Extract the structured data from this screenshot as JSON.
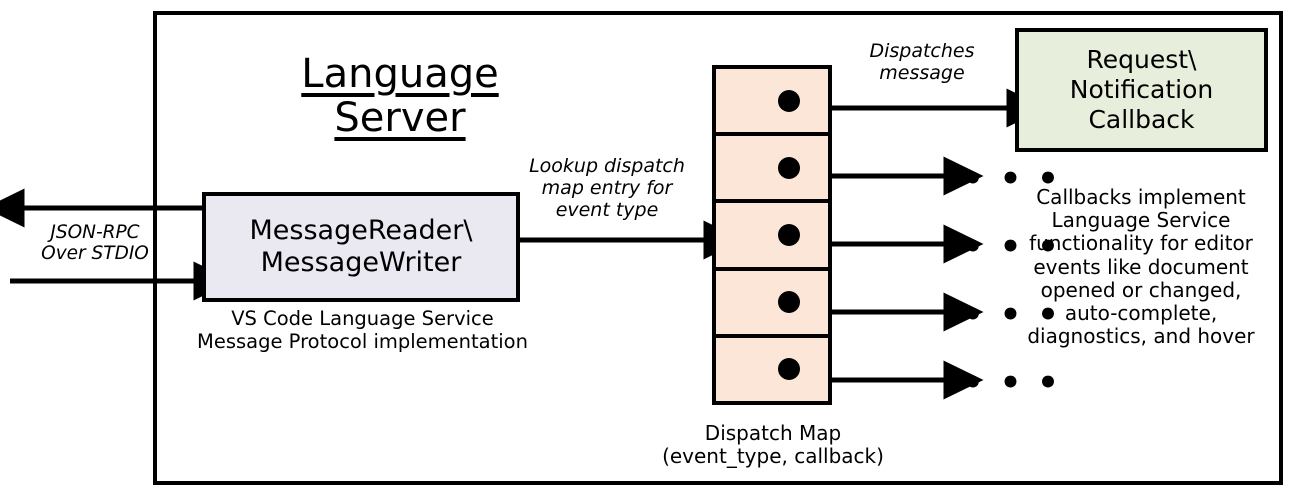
{
  "diagram": {
    "title": "Language Server",
    "frame_name": "language-server-boundary"
  },
  "external_io": {
    "label": "JSON-RPC\nOver STDIO",
    "outbound_arrow": "arrow-out-to-client",
    "inbound_arrow": "arrow-in-from-client"
  },
  "message_reader": {
    "title": "MessageReader\\\nMessageWriter",
    "caption": "VS Code Language Service\nMessage Protocol implementation",
    "fill": "#EAE9F2"
  },
  "lookup": {
    "label": "Lookup dispatch\nmap entry for\nevent type"
  },
  "dispatch_map": {
    "caption": "Dispatch Map\n(event_type, callback)",
    "fill": "#FBE6D8",
    "rows": [
      {
        "name": "dispatch-map-row-1",
        "dot": "callback-dot"
      },
      {
        "name": "dispatch-map-row-2",
        "dot": "callback-dot"
      },
      {
        "name": "dispatch-map-row-3",
        "dot": "callback-dot"
      },
      {
        "name": "dispatch-map-row-4",
        "dot": "callback-dot"
      },
      {
        "name": "dispatch-map-row-5",
        "dot": "callback-dot"
      }
    ]
  },
  "dispatch_arrow": {
    "label": "Dispatches\nmessage"
  },
  "callback": {
    "title": "Request\\\nNotification\nCallback",
    "caption": "Callbacks implement\nLanguage Service\nfunctionality for editor\nevents like document\nopened or changed,\nauto-complete,\ndiagnostics, and hover",
    "fill": "#E8EEDC"
  },
  "ellipses": {
    "glyph": "• • •",
    "count": 4
  },
  "colors": {
    "stroke": "#000000",
    "background": "#FFFFFF",
    "reader_fill": "#EAE9F2",
    "map_fill": "#FBE6D8",
    "callback_fill": "#E8EEDC"
  }
}
